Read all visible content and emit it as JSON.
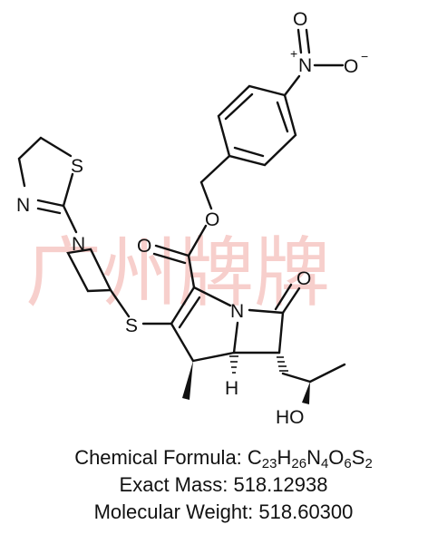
{
  "watermark": "广州牌牌",
  "atoms": {
    "nitro_n": "N",
    "nitro_plus": "+",
    "nitro_o_top": "O",
    "nitro_o_right": "O",
    "nitro_minus": "−",
    "thiazoline_s": "S",
    "thiazoline_n": "N",
    "azetidine_n": "N",
    "ester_o_single": "O",
    "ester_o_double": "O",
    "lactam_n": "N",
    "lactam_o": "O",
    "thioether_s": "S",
    "bridgehead_h": "H",
    "hydroxyl": "HO"
  },
  "formula": {
    "label": "Chemical Formula: ",
    "parts": [
      {
        "t": "C"
      },
      {
        "t": "23",
        "sub": true
      },
      {
        "t": "H"
      },
      {
        "t": "26",
        "sub": true
      },
      {
        "t": "N"
      },
      {
        "t": "4",
        "sub": true
      },
      {
        "t": "O"
      },
      {
        "t": "6",
        "sub": true
      },
      {
        "t": "S"
      },
      {
        "t": "2",
        "sub": true
      }
    ]
  },
  "exact_mass": {
    "label": "Exact Mass: ",
    "value": "518.12938"
  },
  "molecular_weight": {
    "label": "Molecular Weight: ",
    "value": "518.60300"
  }
}
